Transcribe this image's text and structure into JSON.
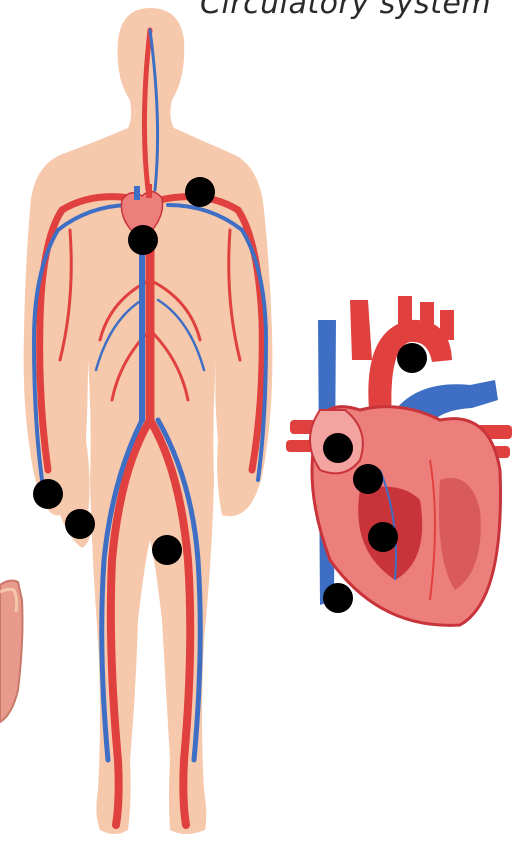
{
  "title": "Circulatory system",
  "colors": {
    "skin": "#f6c9ad",
    "artery": "#e0413f",
    "vein": "#3f6fc4",
    "heart_muscle": "#ec7e7c",
    "heart_dark": "#c8343a",
    "marker": "#000000",
    "background": "#ffffff"
  },
  "figures": [
    {
      "name": "body",
      "icon": "human-body-vessels"
    },
    {
      "name": "heart",
      "icon": "anatomical-heart"
    },
    {
      "name": "tissue-fragment",
      "icon": "tissue-sample"
    }
  ],
  "markers": [
    {
      "id": "body-shoulder"
    },
    {
      "id": "body-heart"
    },
    {
      "id": "body-left-wrist"
    },
    {
      "id": "body-left-finger"
    },
    {
      "id": "body-thigh"
    },
    {
      "id": "heart-aorta"
    },
    {
      "id": "heart-right-atrium"
    },
    {
      "id": "heart-valve"
    },
    {
      "id": "heart-ventricle"
    },
    {
      "id": "heart-vena-cava"
    }
  ]
}
